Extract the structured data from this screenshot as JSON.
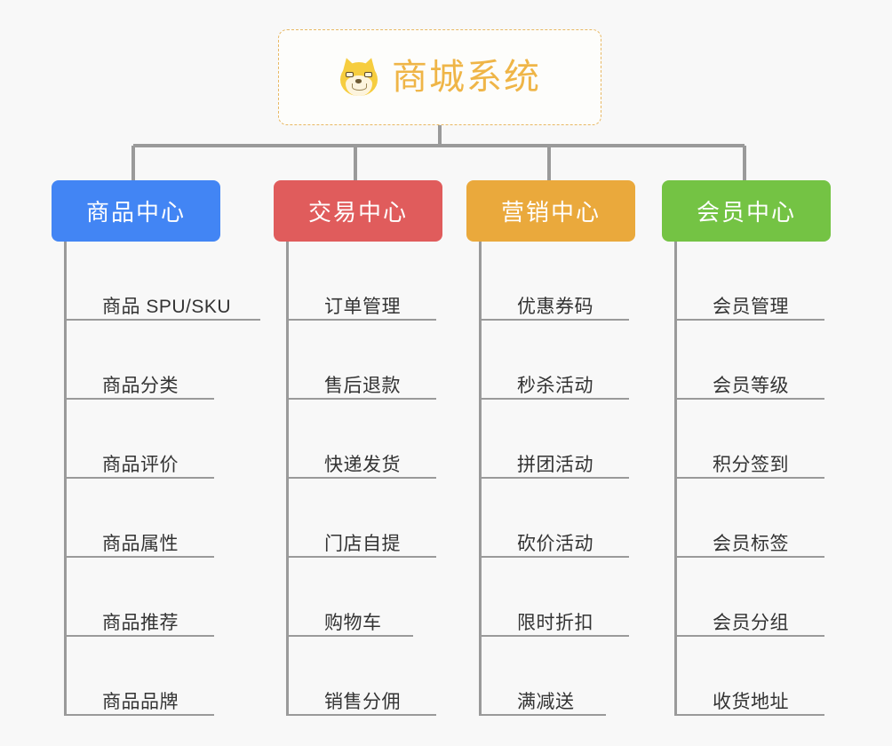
{
  "root": {
    "title": "商城系统",
    "icon": "dog-face-icon",
    "border_color": "#e8b863",
    "text_color": "#efb547",
    "background": "#fdfdfb"
  },
  "canvas": {
    "background": "#f8f8f8",
    "connector_color": "#9a9a9a"
  },
  "columns": [
    {
      "title": "商品中心",
      "color": "#4285f4",
      "items": [
        {
          "label": "商品 SPU/SKU",
          "width": "long"
        },
        {
          "label": "商品分类",
          "width": "short"
        },
        {
          "label": "商品评价",
          "width": "short"
        },
        {
          "label": "商品属性",
          "width": "short"
        },
        {
          "label": "商品推荐",
          "width": "short"
        },
        {
          "label": "商品品牌",
          "width": "short"
        }
      ]
    },
    {
      "title": "交易中心",
      "color": "#e05c5c",
      "items": [
        {
          "label": "订单管理",
          "width": "long"
        },
        {
          "label": "售后退款",
          "width": "long"
        },
        {
          "label": "快递发货",
          "width": "long"
        },
        {
          "label": "门店自提",
          "width": "long"
        },
        {
          "label": "购物车",
          "width": "short"
        },
        {
          "label": "销售分佣",
          "width": "long"
        }
      ]
    },
    {
      "title": "营销中心",
      "color": "#eaa93c",
      "items": [
        {
          "label": "优惠券码",
          "width": "long"
        },
        {
          "label": "秒杀活动",
          "width": "long"
        },
        {
          "label": "拼团活动",
          "width": "long"
        },
        {
          "label": "砍价活动",
          "width": "long"
        },
        {
          "label": "限时折扣",
          "width": "long"
        },
        {
          "label": "满减送",
          "width": "short"
        }
      ]
    },
    {
      "title": "会员中心",
      "color": "#74c344",
      "items": [
        {
          "label": "会员管理",
          "width": "long"
        },
        {
          "label": "会员等级",
          "width": "long"
        },
        {
          "label": "积分签到",
          "width": "long"
        },
        {
          "label": "会员标签",
          "width": "long"
        },
        {
          "label": "会员分组",
          "width": "long"
        },
        {
          "label": "收货地址",
          "width": "long"
        }
      ]
    }
  ]
}
